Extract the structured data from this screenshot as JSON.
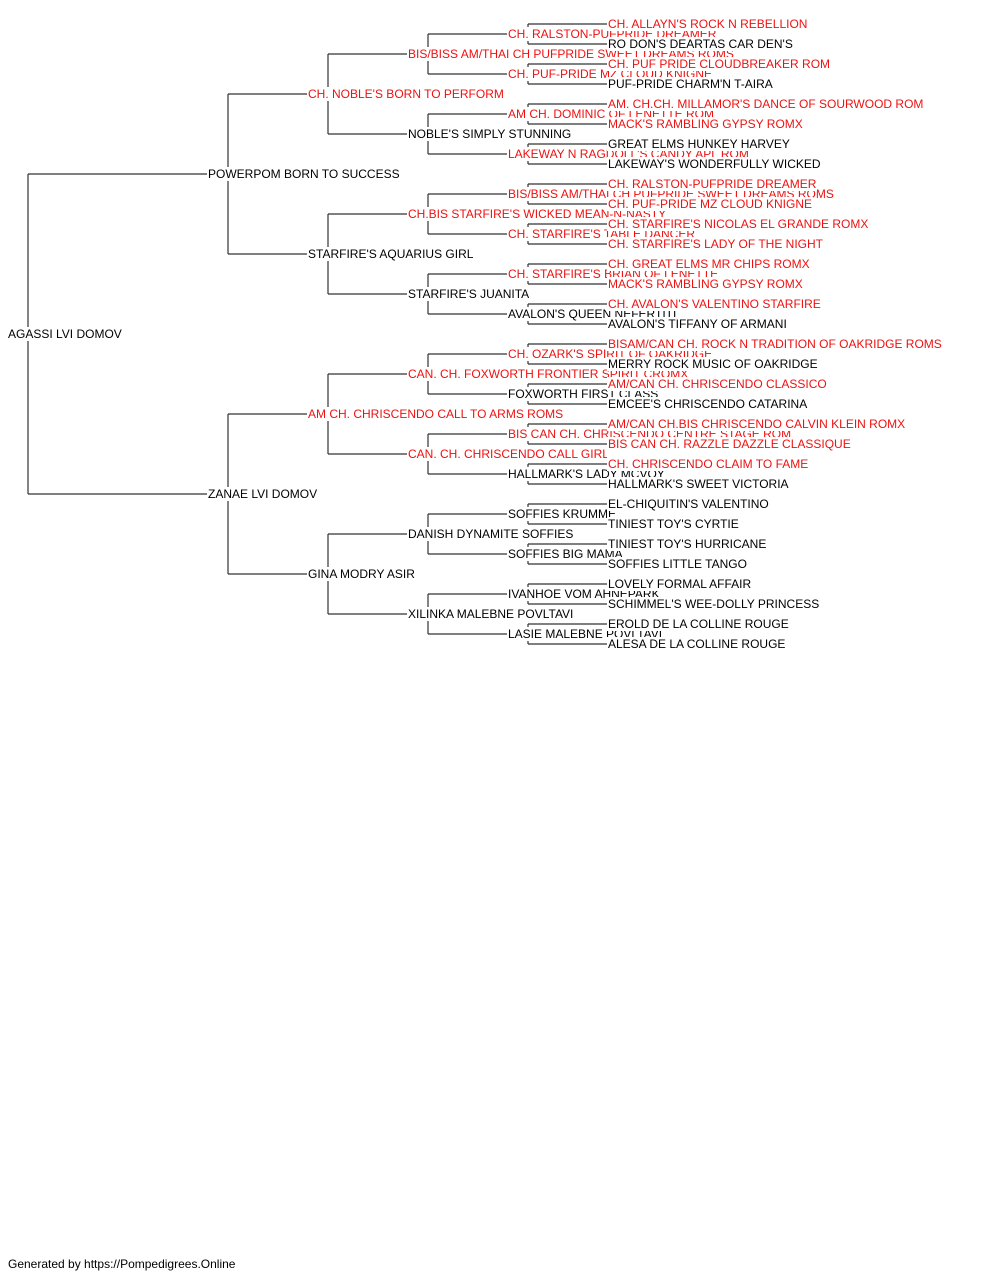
{
  "pedigree": {
    "name": "AGASSI LVI DOMOV",
    "champion": false,
    "sire": {
      "name": "POWERPOM BORN TO SUCCESS",
      "champion": false,
      "sire": {
        "name": "CH. NOBLE'S BORN TO PERFORM",
        "champion": true,
        "sire": {
          "name": "BIS/BISS AM/THAI CH PUFPRIDE SWEET DREAMS ROMS",
          "champion": true,
          "sire": {
            "name": "CH. RALSTON-PUFPRIDE DREAMER",
            "champion": true,
            "sire": {
              "name": "CH. ALLAYN'S ROCK N REBELLION",
              "champion": true
            },
            "dam": {
              "name": "RO DON'S DEARTAS CAR DEN'S",
              "champion": false
            }
          },
          "dam": {
            "name": "CH. PUF-PRIDE MZ CLOUD KNIGNE",
            "champion": true,
            "sire": {
              "name": "CH. PUF PRIDE CLOUDBREAKER ROM",
              "champion": true
            },
            "dam": {
              "name": "PUF-PRIDE CHARM'N T-AIRA",
              "champion": false
            }
          }
        },
        "dam": {
          "name": "NOBLE'S SIMPLY STUNNING",
          "champion": false,
          "sire": {
            "name": "AM CH. DOMINIC OF LENETTE ROM",
            "champion": true,
            "sire": {
              "name": "AM. CH.CH. MILLAMOR'S DANCE OF SOURWOOD ROM",
              "champion": true
            },
            "dam": {
              "name": "MACK'S RAMBLING GYPSY ROMX",
              "champion": true
            }
          },
          "dam": {
            "name": "LAKEWAY N RAGDOLL'S CANDY APL ROM",
            "champion": true,
            "sire": {
              "name": "GREAT ELMS HUNKEY HARVEY",
              "champion": false
            },
            "dam": {
              "name": "LAKEWAY'S WONDERFULLY WICKED",
              "champion": false
            }
          }
        }
      },
      "dam": {
        "name": "STARFIRE'S AQUARIUS GIRL",
        "champion": false,
        "sire": {
          "name": "CH.BIS STARFIRE'S WICKED MEAN-N-NASTY",
          "champion": true,
          "sire": {
            "name": "BIS/BISS AM/THAI CH PUFPRIDE SWEET DREAMS ROMS",
            "champion": true,
            "sire": {
              "name": "CH. RALSTON-PUFPRIDE DREAMER",
              "champion": true
            },
            "dam": {
              "name": "CH. PUF-PRIDE MZ CLOUD KNIGNE",
              "champion": true
            }
          },
          "dam": {
            "name": "CH. STARFIRE'S TABLE DANCER",
            "champion": true,
            "sire": {
              "name": "CH. STARFIRE'S NICOLAS EL GRANDE ROMX",
              "champion": true
            },
            "dam": {
              "name": "CH. STARFIRE'S LADY OF THE NIGHT",
              "champion": true
            }
          }
        },
        "dam": {
          "name": "STARFIRE'S JUANITA",
          "champion": false,
          "sire": {
            "name": "CH. STARFIRE'S BRIAN OF LENETTE",
            "champion": true,
            "sire": {
              "name": "CH. GREAT ELMS MR CHIPS ROMX",
              "champion": true
            },
            "dam": {
              "name": "MACK'S RAMBLING GYPSY ROMX",
              "champion": true
            }
          },
          "dam": {
            "name": "AVALON'S QUEEN NEFERTITI",
            "champion": false,
            "sire": {
              "name": "CH. AVALON'S VALENTINO STARFIRE",
              "champion": true
            },
            "dam": {
              "name": "AVALON'S TIFFANY OF ARMANI",
              "champion": false
            }
          }
        }
      }
    },
    "dam": {
      "name": "ZANAE LVI DOMOV",
      "champion": false,
      "sire": {
        "name": "AM CH. CHRISCENDO CALL TO ARMS ROMS",
        "champion": true,
        "sire": {
          "name": "CAN. CH. FOXWORTH FRONTIER SPIRIT CROMX",
          "champion": true,
          "sire": {
            "name": "CH. OZARK'S SPIRIT OF OAKRIDGE",
            "champion": true,
            "sire": {
              "name": "BISAM/CAN CH. ROCK N TRADITION OF OAKRIDGE ROMS",
              "champion": true
            },
            "dam": {
              "name": "MERRY ROCK MUSIC OF OAKRIDGE",
              "champion": false
            }
          },
          "dam": {
            "name": "FOXWORTH FIRST CLASS",
            "champion": false,
            "sire": {
              "name": "AM/CAN CH. CHRISCENDO CLASSICO",
              "champion": true
            },
            "dam": {
              "name": "EMCEE'S CHRISCENDO CATARINA",
              "champion": false
            }
          }
        },
        "dam": {
          "name": "CAN. CH. CHRISCENDO CALL GIRL",
          "champion": true,
          "sire": {
            "name": "BIS CAN CH. CHRISCENDO CENTRE STAGE ROM",
            "champion": true,
            "sire": {
              "name": "AM/CAN CH.BIS CHRISCENDO CALVIN KLEIN ROMX",
              "champion": true
            },
            "dam": {
              "name": "BIS CAN CH. RAZZLE DAZZLE CLASSIQUE",
              "champion": true
            }
          },
          "dam": {
            "name": "HALLMARK'S LADY MCVOY",
            "champion": false,
            "sire": {
              "name": "CH. CHRISCENDO CLAIM TO FAME",
              "champion": true
            },
            "dam": {
              "name": "HALLMARK'S SWEET VICTORIA",
              "champion": false
            }
          }
        }
      },
      "dam": {
        "name": "GINA MODRY ASIR",
        "champion": false,
        "sire": {
          "name": "DANISH DYNAMITE SOFFIES",
          "champion": false,
          "sire": {
            "name": "SOFFIES KRUMME",
            "champion": false,
            "sire": {
              "name": "EL-CHIQUITIN'S VALENTINO",
              "champion": false
            },
            "dam": {
              "name": "TINIEST TOY'S CYRTIE",
              "champion": false
            }
          },
          "dam": {
            "name": "SOFFIES BIG MAMA",
            "champion": false,
            "sire": {
              "name": "TINIEST TOY'S HURRICANE",
              "champion": false
            },
            "dam": {
              "name": "SOFFIES LITTLE TANGO",
              "champion": false
            }
          }
        },
        "dam": {
          "name": "XILINKA MALEBNE POVLTAVI",
          "champion": false,
          "sire": {
            "name": "IVANHOE VOM AHNEPARK",
            "champion": false,
            "sire": {
              "name": "LOVELY FORMAL AFFAIR",
              "champion": false
            },
            "dam": {
              "name": "SCHIMMEL'S WEE-DOLLY PRINCESS",
              "champion": false
            }
          },
          "dam": {
            "name": "LASIE MALEBNE POVLTAVI",
            "champion": false,
            "sire": {
              "name": "EROLD DE LA COLLINE ROUGE",
              "champion": false
            },
            "dam": {
              "name": "ALESA DE LA COLLINE ROUGE",
              "champion": false
            }
          }
        }
      }
    }
  },
  "colors": {
    "champion": "#ee1111",
    "regular": "#000000",
    "line": "#333333"
  },
  "footer": {
    "text": "Generated by https://Pompedigrees.Online"
  }
}
